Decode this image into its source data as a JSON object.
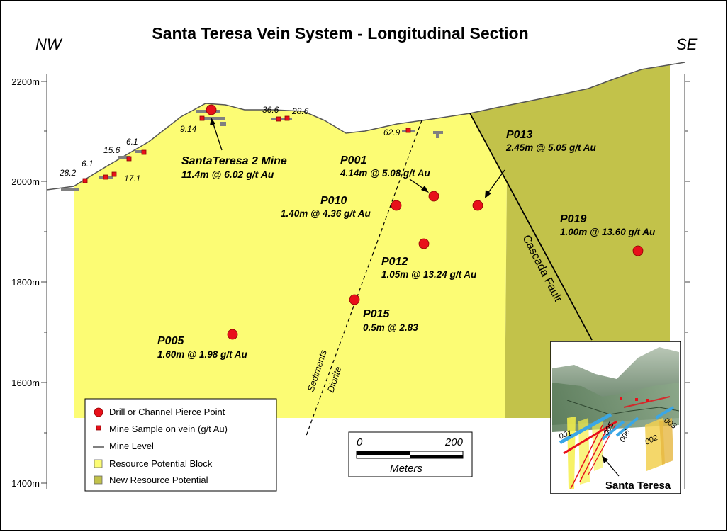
{
  "title": "Santa Teresa Vein System -  Longitudinal Section",
  "orientation": {
    "left": "NW",
    "right": "SE"
  },
  "elevation_axis": {
    "major_ticks": [
      "2200m",
      "2000m",
      "1800m",
      "1600m",
      "1400m"
    ]
  },
  "mine": {
    "name": "SantaTeresa 2 Mine",
    "result": "11.4m @ 6.02 g/t Au"
  },
  "mine_samples": [
    "28.2",
    "6.1",
    "15.6",
    "6.1",
    "17.1",
    "9.14",
    "36.6",
    "28.6",
    "62.9"
  ],
  "pierce_points": [
    {
      "id": "P001",
      "result": "4.14m  @  5.08  g/t Au"
    },
    {
      "id": "P013",
      "result": "2.45m @ 5.05 g/t Au"
    },
    {
      "id": "P010",
      "result": "1.40m @ 4.36 g/t Au"
    },
    {
      "id": "P019",
      "result": "1.00m @ 13.60 g/t Au"
    },
    {
      "id": "P012",
      "result": "1.05m @ 13.24 g/t Au"
    },
    {
      "id": "P015",
      "result": "0.5m @ 2.83"
    },
    {
      "id": "P005",
      "result": "1.60m @ 1.98 g/t Au"
    }
  ],
  "geology": {
    "fault": "Cascada Fault",
    "contact_upper": "Sediments",
    "contact_lower": "Diorite"
  },
  "scale_bar": {
    "start": "0",
    "end": "200",
    "unit": "Meters"
  },
  "legend": [
    {
      "label": "Drill or Channel Pierce Point",
      "symbol": "red-circle"
    },
    {
      "label": "Mine Sample on vein (g/t Au)",
      "symbol": "red-square"
    },
    {
      "label": "Mine Level",
      "symbol": "grey-dash"
    },
    {
      "label": "Resource Potential Block",
      "symbol": "yellow-square"
    },
    {
      "label": "New Resource Potential",
      "symbol": "olive-square"
    }
  ],
  "inset": {
    "caption": "Santa Teresa",
    "vein_labels": [
      "001",
      "005",
      "006",
      "002",
      "003"
    ]
  },
  "colors": {
    "resource_block": "#fcfc74",
    "new_resource": "#c2c24a",
    "pierce_point": "#e8101a",
    "mine_level": "#808080"
  }
}
